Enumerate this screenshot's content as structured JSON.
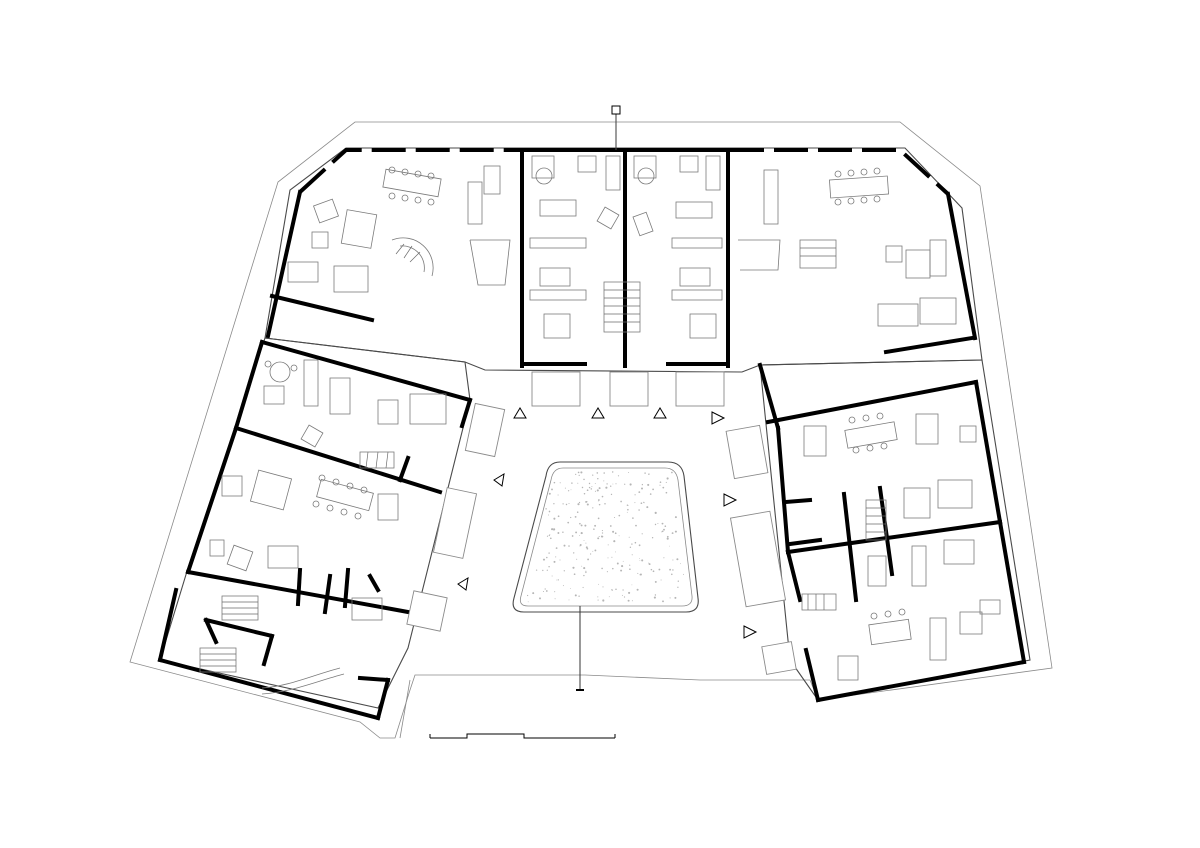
{
  "plan": {
    "kind": "floor-plan",
    "line_color": "#000000",
    "background": "#ffffff",
    "wings": [
      "north-wing",
      "west-wing",
      "east-wing"
    ],
    "courtyard": "central-courtyard",
    "entrance_markers": 8,
    "has_section_cut_line": true,
    "has_scale_bar": true
  }
}
